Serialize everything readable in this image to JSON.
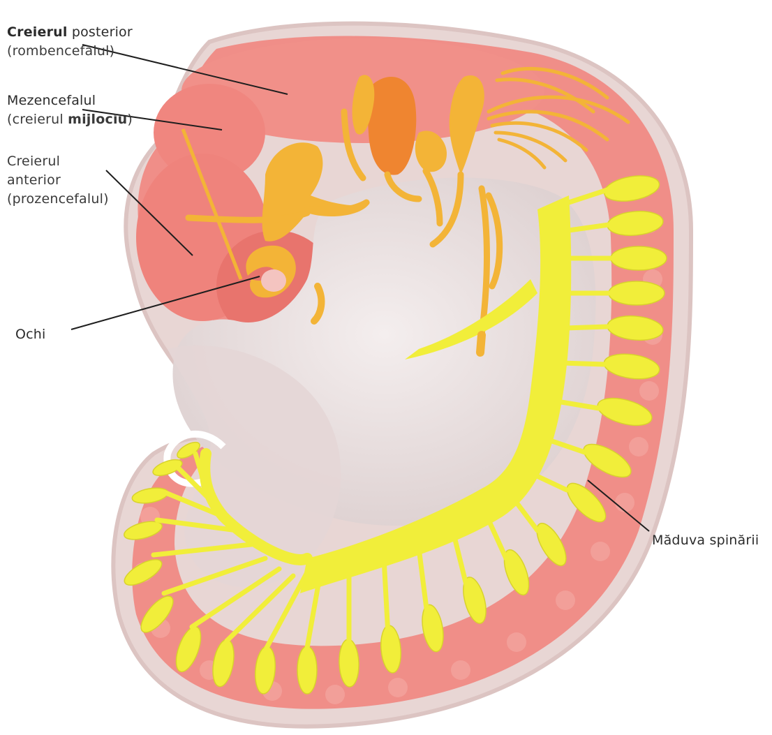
{
  "labels": {
    "hindbrain": {
      "bold": "Creierul",
      "rest": " posterior",
      "sub": "(rombencefalul)"
    },
    "midbrain": {
      "main": "Mezencefalul",
      "sub_pre": "(creierul ",
      "sub_bold": "mijlociu",
      "sub_post": ")"
    },
    "forebrain": {
      "line1": "Creierul",
      "line2": "anterior",
      "line3": "(prozencefalul)"
    },
    "eye": "Ochi",
    "spinal_cord": "Măduva spinării"
  },
  "colors": {
    "body_outline": "#e6d3d1",
    "neural_tube": "#f08a84",
    "neural_tube_dark": "#e0665f",
    "body_pale": "#e9dfdf",
    "nerves_yellow": "#f1ee3a",
    "ganglia_orange": "#f3b437",
    "ganglion_deep_orange": "#ef8530",
    "leader_lines": "#1e1e1e"
  }
}
